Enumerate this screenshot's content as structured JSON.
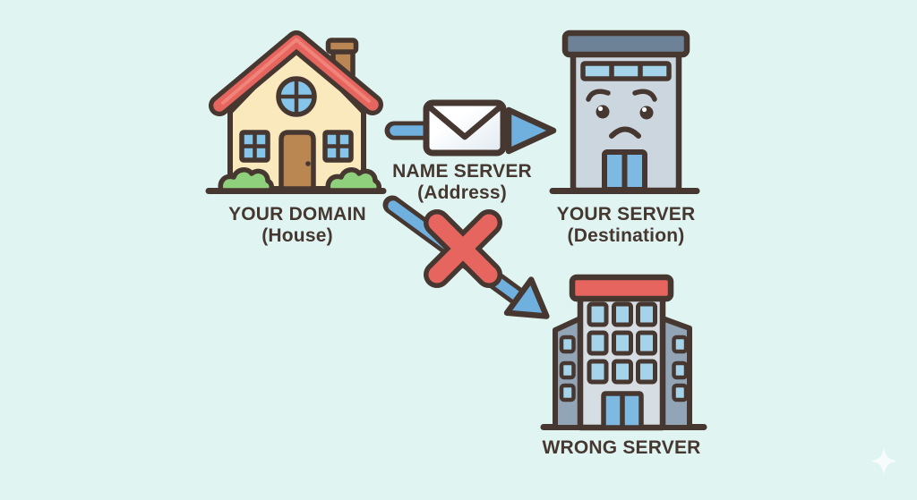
{
  "nodes": {
    "your_domain": {
      "title": "YOUR DOMAIN",
      "subtitle": "(House)"
    },
    "name_server": {
      "title": "NAME SERVER",
      "subtitle": "(Address)"
    },
    "your_server": {
      "title": "YOUR SERVER",
      "subtitle": "(Destination)"
    },
    "wrong_server": {
      "title": "WRONG SERVER"
    }
  },
  "icons": [
    "house-icon",
    "envelope-icon",
    "right-arrow-icon",
    "sad-server-building-icon",
    "misdirected-arrow-icon",
    "x-mark-icon",
    "wrong-server-building-icon",
    "sparkle-icon"
  ],
  "colors": {
    "background": "#e0f5f2",
    "outline": "#463730",
    "text": "#463730",
    "red": "#e6655e",
    "red-light": "#f1897f",
    "arrow-blue": "#6fb0de",
    "window-blue": "#85c5e9",
    "house-wall": "#f9e9bd",
    "wood-brown": "#ba8651",
    "bush-green": "#8fd07c",
    "server-body": "#ccd6de",
    "server-cap": "#6d8296",
    "server-window": "#a5d3e9",
    "server-door": "#7db9e0",
    "tower-light": "#d6dde3",
    "wing-gray": "#92a5b6",
    "envelope-white": "#ffffff",
    "envelope-shade": "#dfe9f1",
    "sparkle-white": "#ffffff"
  }
}
